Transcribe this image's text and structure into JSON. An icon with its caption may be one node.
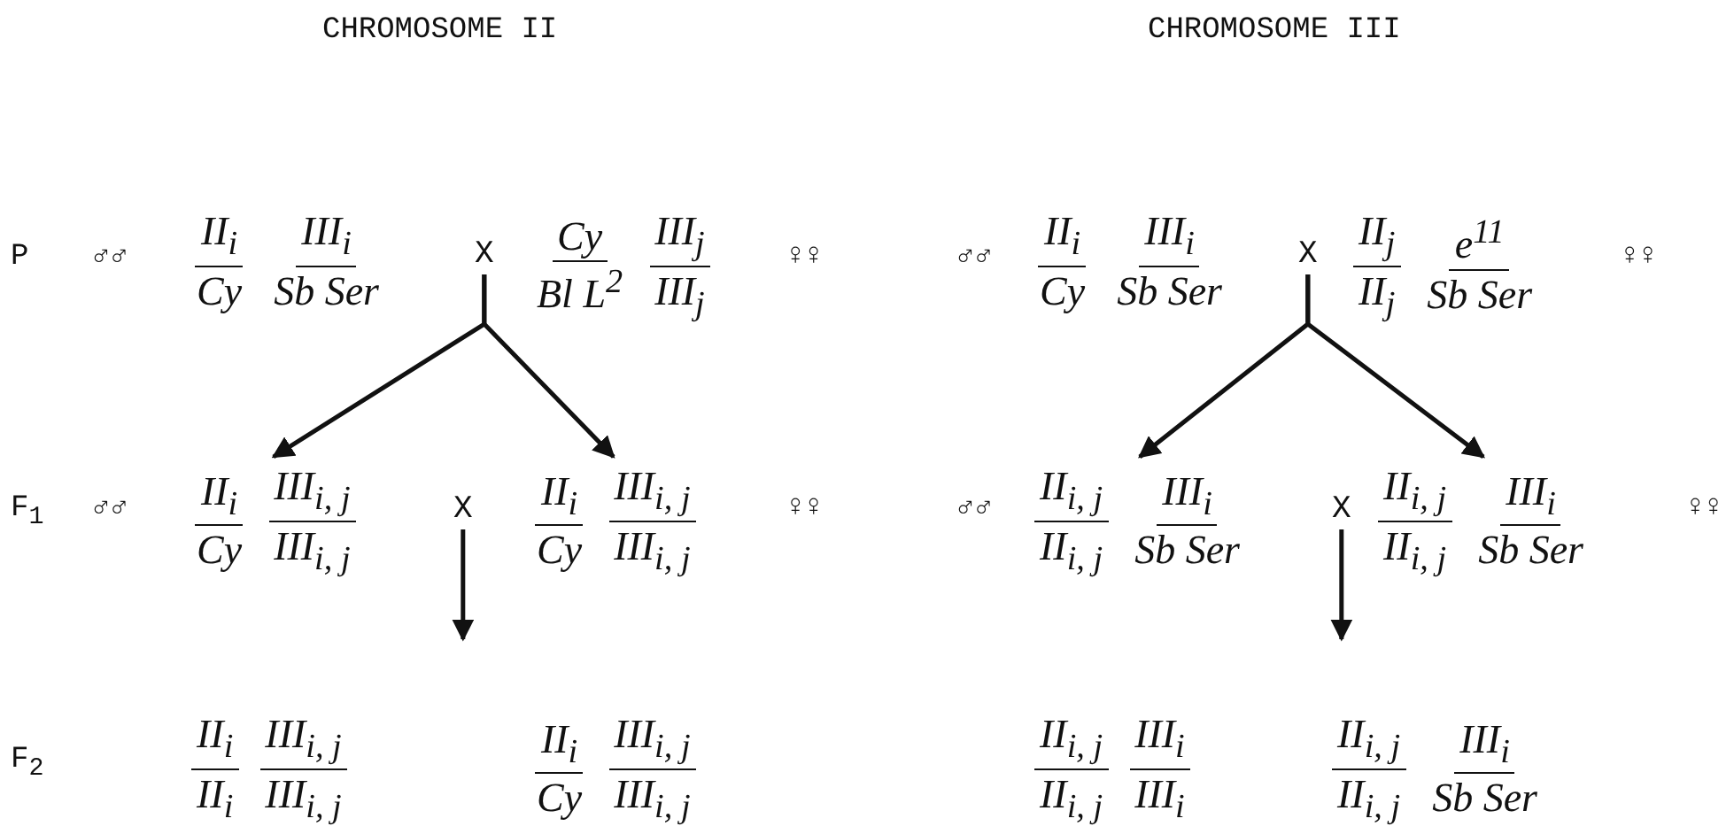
{
  "diagram": {
    "nodes": [
      {
        "text": [
          "II$_{i}$",
          "Cy",
          "III$_{i}$",
          "Sb Ser"
        ]
      },
      {
        "text": [
          "X"
        ]
      },
      {
        "text": [
          "Cy",
          "Bl L$^{2}$",
          "III$_{j}$",
          "III$_{j}$"
        ]
      },
      {
        "text": [
          "II$_{i}$",
          "Cy",
          "III$_{i, j}$",
          "III$_{i, j}$"
        ]
      },
      {
        "text": [
          "X"
        ]
      },
      {
        "text": [
          "II$_{i}$",
          "Cy",
          "III$_{i, j}$",
          "III$_{i, j}$"
        ]
      },
      {
        "text": [
          "II$_{i}$",
          "II$_{i}$",
          "III$_{i, j}$",
          "III$_{i, j}$"
        ]
      },
      {
        "text": [
          "II$_{i}$",
          "Cy",
          "III$_{i, j}$",
          "III$_{i, j}$"
        ]
      },
      {
        "text": [
          "II$_{i}$",
          "Cy",
          "III$_{i}$",
          "Sb Ser"
        ]
      },
      {
        "text": [
          "X"
        ]
      },
      {
        "text": [
          "II$_{j}$",
          "II$_{j}$",
          "e$^{11}$",
          "Sb Ser"
        ]
      },
      {
        "text": [
          "II$_{i, j}$",
          "II$_{i, j}$",
          "III$_{i}$",
          "Sb Ser"
        ]
      },
      {
        "text": [
          "X"
        ]
      },
      {
        "text": [
          "II$_{i, j}$",
          "II$_{i, j}$",
          "III$_{i}$",
          "Sb Ser"
        ]
      },
      {
        "text": [
          "II$_{i, j}$",
          "II$_{i, j}$",
          "III$_{i}$",
          "III$_{i}$"
        ]
      },
      {
        "text": [
          "II$_{i, j}$",
          "II$_{i, j}$",
          "III$_{i}$",
          "Sb Ser"
        ]
      }
    ],
    "edges": [
      {
        "from": 1,
        "to": 3,
        "arrow": "to"
      },
      {
        "from": 1,
        "to": 5,
        "arrow": "to"
      },
      {
        "from": 4,
        "to": null,
        "arrow": "to"
      },
      {
        "from": 9,
        "to": 11,
        "arrow": "to"
      },
      {
        "from": 9,
        "to": 13,
        "arrow": "to"
      },
      {
        "from": 12,
        "to": null,
        "arrow": "to"
      }
    ],
    "labels": [
      "CHROMOSOME II",
      "CHROMOSOME III",
      "P",
      "♂♂",
      "♀♀",
      "♂♂",
      "♀♀",
      "F$_{1}$",
      "♂♂",
      "♀♀",
      "♂♂",
      "♀♀",
      "F$_{2}$"
    ]
  }
}
